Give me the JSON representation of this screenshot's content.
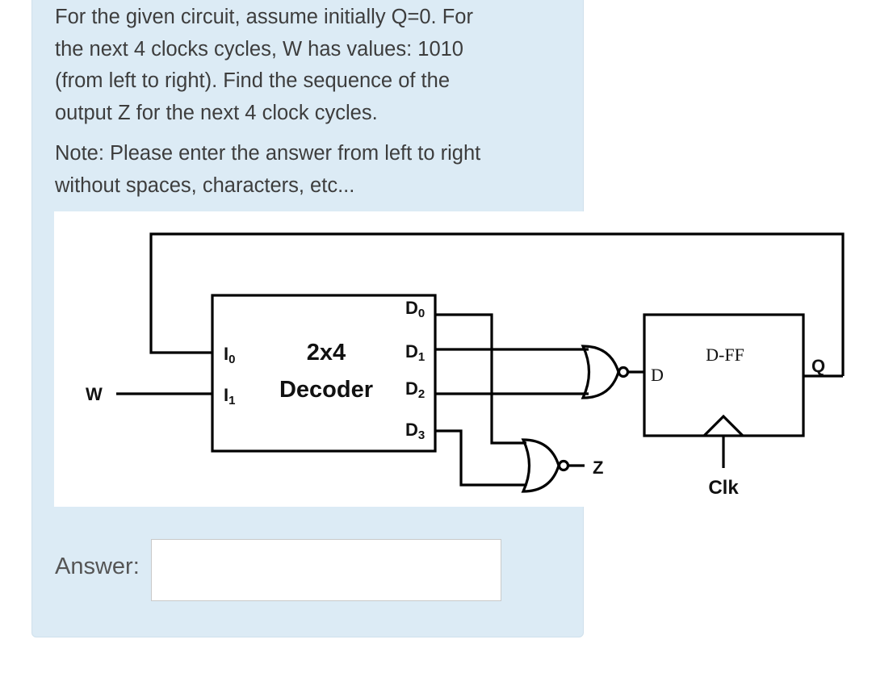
{
  "question": {
    "lines": [
      "For the given circuit, assume initially Q=0. For",
      "the next 4 clocks cycles, W has values: 1010",
      "(from left to right). Find the sequence of the",
      "output Z for the next 4 clock cycles."
    ],
    "note_lines": [
      "Note: Please enter the answer from left to right",
      "without spaces, characters, etc..."
    ]
  },
  "circuit": {
    "decoder": {
      "title": "2x4",
      "subtitle": "Decoder",
      "in0": "I",
      "in0_sub": "0",
      "in1": "I",
      "in1_sub": "1",
      "out0": "D",
      "out0_sub": "0",
      "out1": "D",
      "out1_sub": "1",
      "out2": "D",
      "out2_sub": "2",
      "out3": "D",
      "out3_sub": "3"
    },
    "input_label": "W",
    "output_label": "Z",
    "ff_title": "D-FF",
    "ff_d": "D",
    "ff_q": "Q",
    "clock_label": "Clk"
  },
  "answer": {
    "label": "Answer:",
    "value": ""
  },
  "colors": {
    "card_background": "#dcebf5",
    "text": "#3d3d3d",
    "wire": "#000000"
  }
}
